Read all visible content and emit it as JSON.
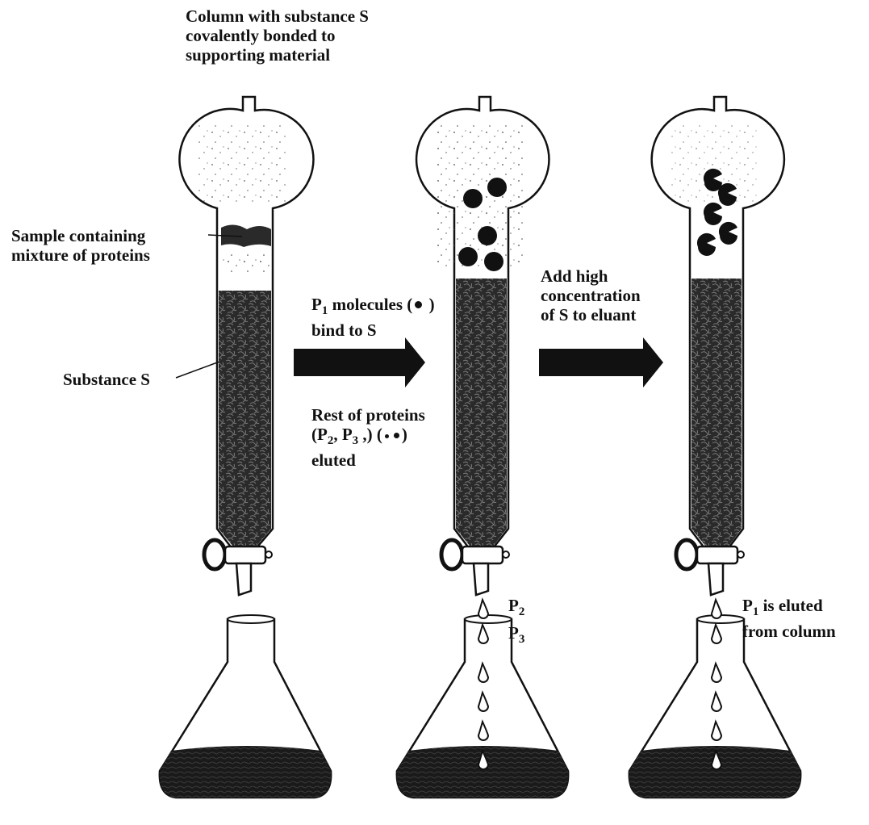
{
  "labels": {
    "column_desc": [
      "Column with substance S",
      "covalently bonded to",
      "supporting material"
    ],
    "sample": [
      "Sample containing",
      "mixture of proteins"
    ],
    "substance_s": "Substance S",
    "step1_p": "P",
    "step1_sub": "1",
    "step1_rest": " molecules (",
    "step1_close": " )",
    "step1_line2": "bind to S",
    "rest_line1": "Rest of proteins",
    "rest_p2": "(P",
    "rest_sub2": "2",
    "rest_comma": ", P",
    "rest_sub3": "3",
    "rest_tail": " ,) (",
    "rest_close": ")",
    "rest_line3": "eluted",
    "step2": [
      "Add high",
      "concentration",
      "of S to eluant"
    ],
    "p2_p": "P",
    "p2_sub": "2",
    "p3_p": "P",
    "p3_sub": "3",
    "p1_p": "P",
    "p1_sub": "1",
    "p1_rest": " is eluted",
    "p1_line2": "from column"
  },
  "colors": {
    "ink": "#111111",
    "paper": "#ffffff",
    "packing": "#2a2a2a"
  }
}
